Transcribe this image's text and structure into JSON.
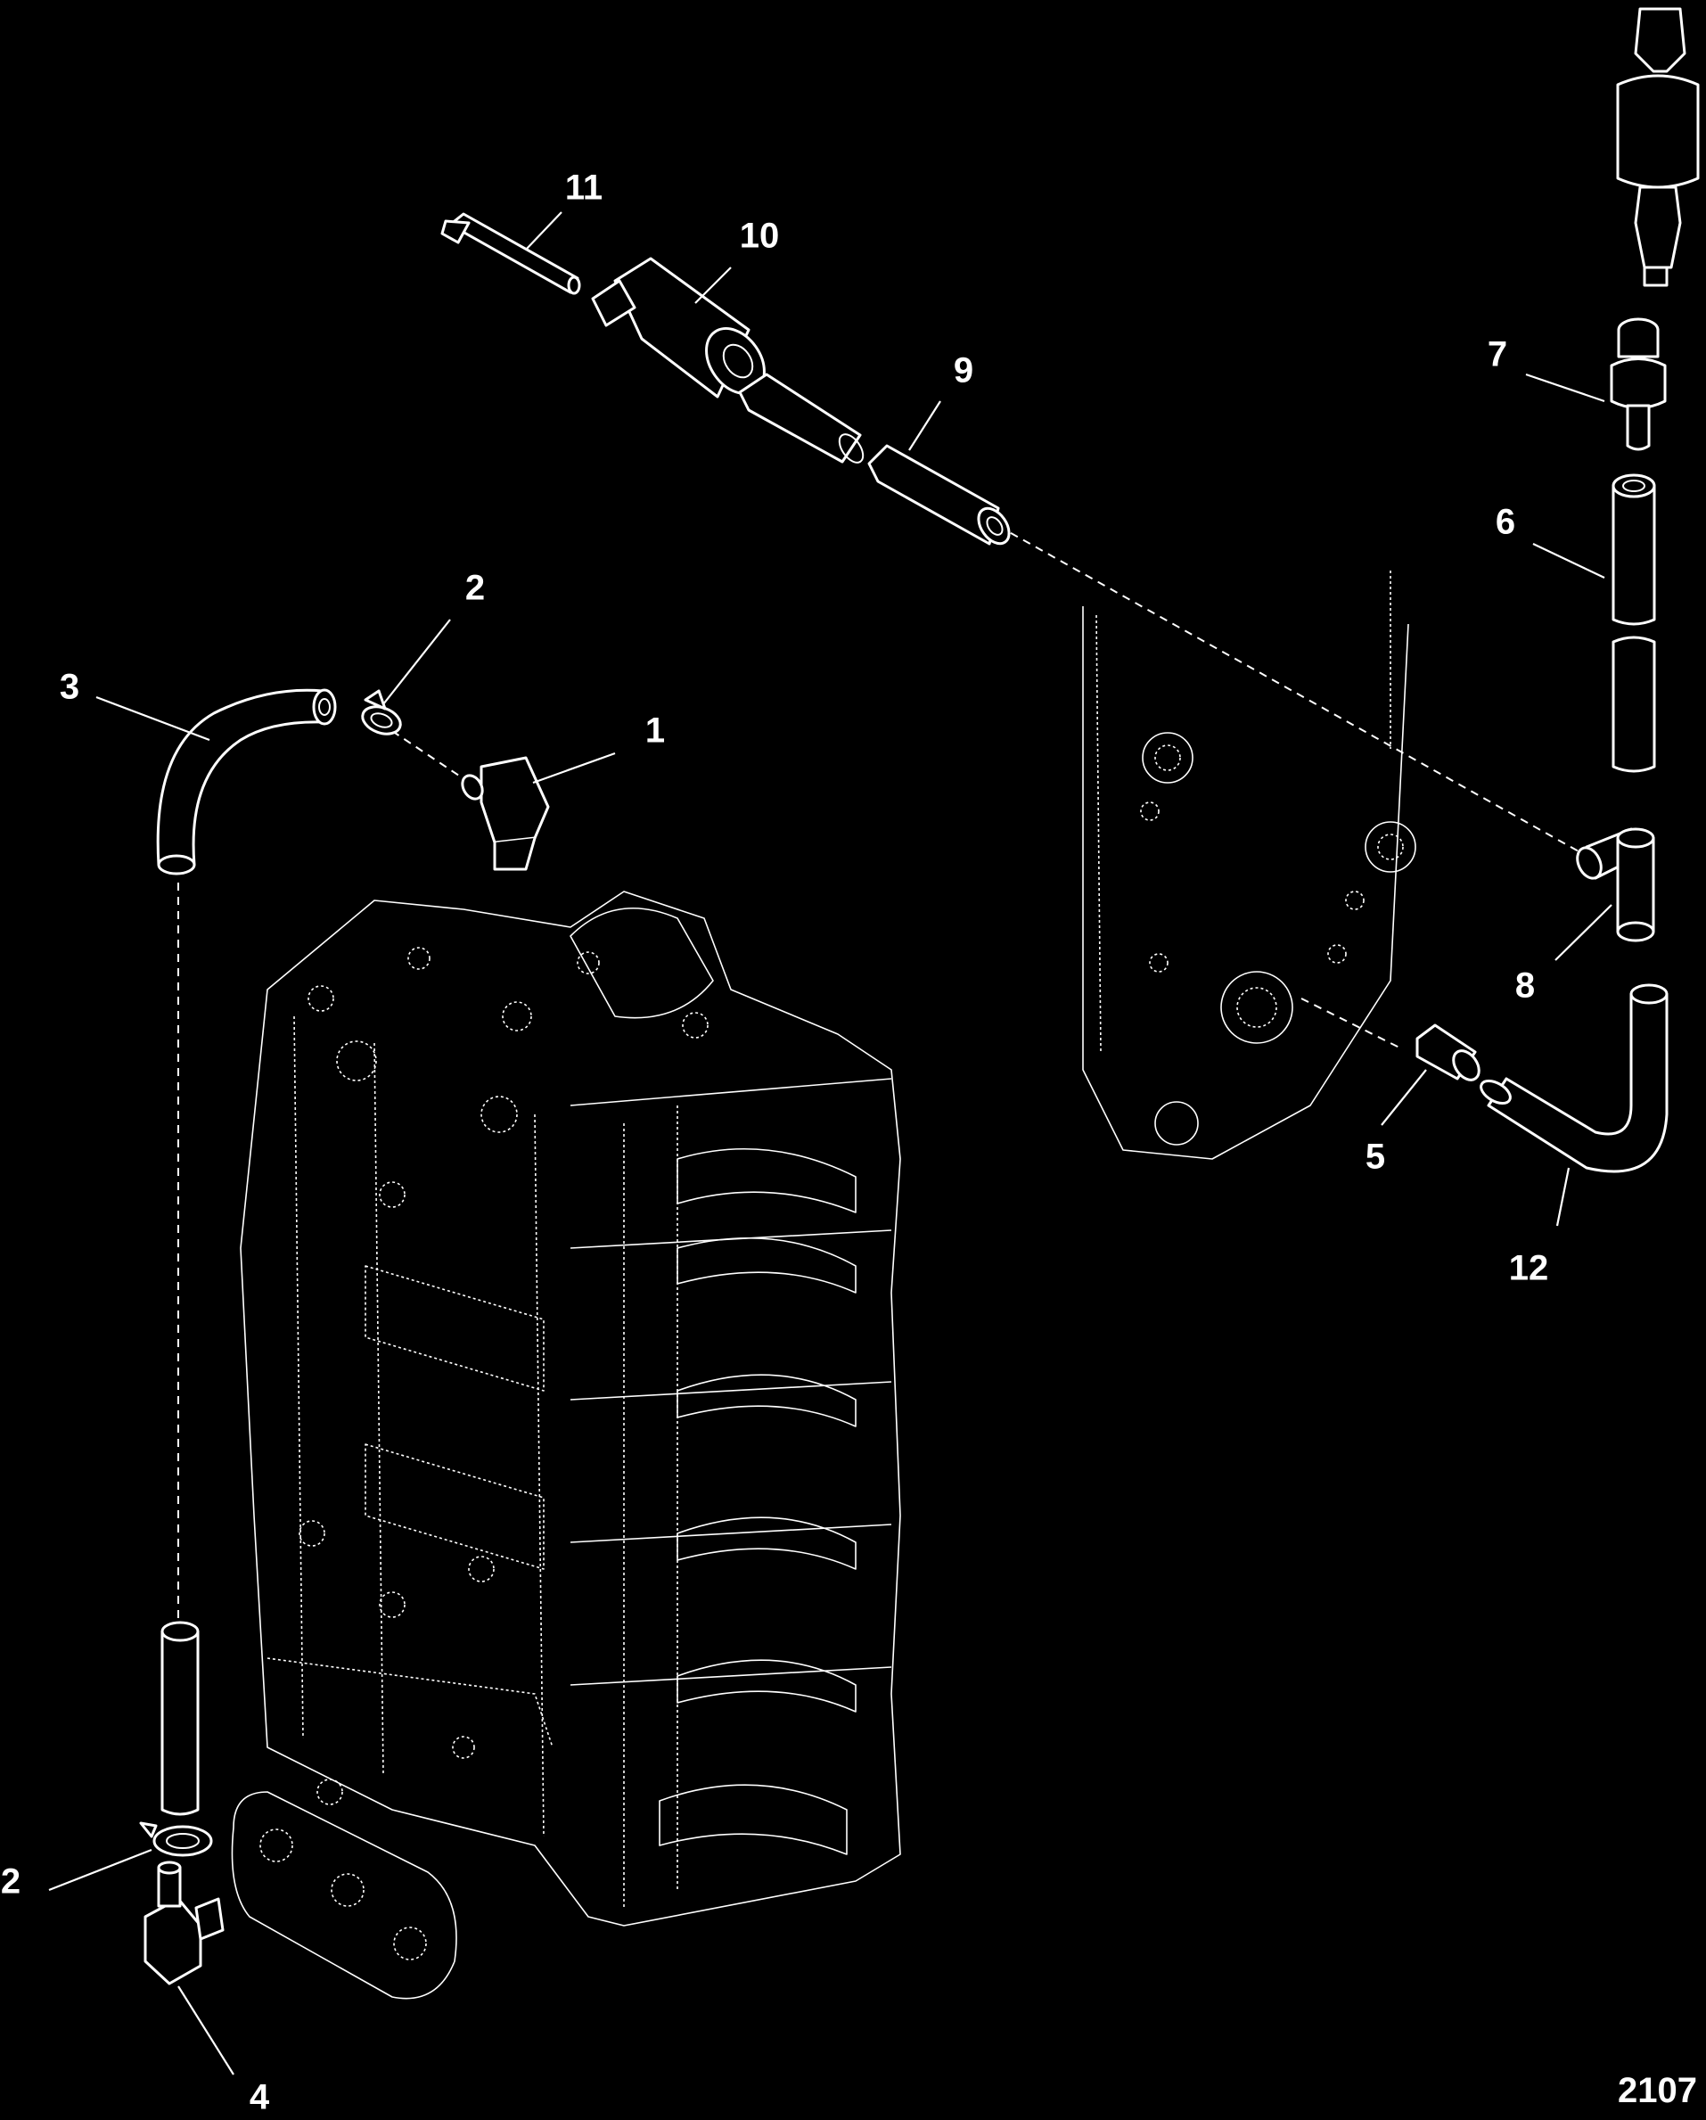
{
  "figure_number": "2107",
  "callouts": [
    {
      "id": "c1",
      "label": "1"
    },
    {
      "id": "c2a",
      "label": "2"
    },
    {
      "id": "c2b",
      "label": "2"
    },
    {
      "id": "c3",
      "label": "3"
    },
    {
      "id": "c4",
      "label": "4"
    },
    {
      "id": "c5",
      "label": "5"
    },
    {
      "id": "c6",
      "label": "6"
    },
    {
      "id": "c7",
      "label": "7"
    },
    {
      "id": "c8",
      "label": "8"
    },
    {
      "id": "c9",
      "label": "9"
    },
    {
      "id": "c10",
      "label": "10"
    },
    {
      "id": "c11",
      "label": "11"
    },
    {
      "id": "c12",
      "label": "12"
    }
  ],
  "colors": {
    "background": "#000000",
    "line": "#ffffff"
  }
}
